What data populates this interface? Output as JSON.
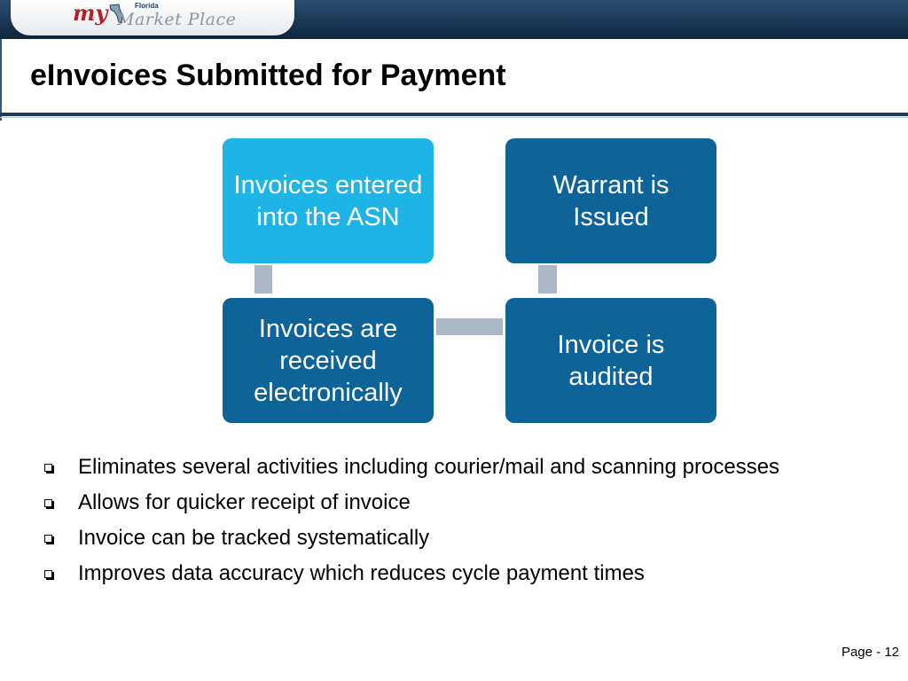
{
  "header": {
    "logo": {
      "my": "my",
      "state": "Florida",
      "name": "Market Place"
    },
    "title": "eInvoices Submitted for Payment"
  },
  "diagram": {
    "boxes": [
      {
        "label": "Invoices entered into the ASN",
        "color": "#1fb4e6"
      },
      {
        "label": "Invoices are received electronically",
        "color": "#0e6398"
      },
      {
        "label": "Invoice is audited",
        "color": "#0e6398"
      },
      {
        "label": "Warrant is Issued",
        "color": "#0e6398"
      }
    ],
    "connector_color": "#aab8c8"
  },
  "bullets": [
    "Eliminates several activities including courier/mail  and scanning processes",
    "Allows for quicker receipt of invoice",
    "Invoice can be tracked systematically",
    "Improves data accuracy which reduces cycle payment times"
  ],
  "footer": {
    "page": "Page - 12"
  },
  "colors": {
    "header_dark": "#10263f",
    "accent": "#1c3a5c"
  }
}
